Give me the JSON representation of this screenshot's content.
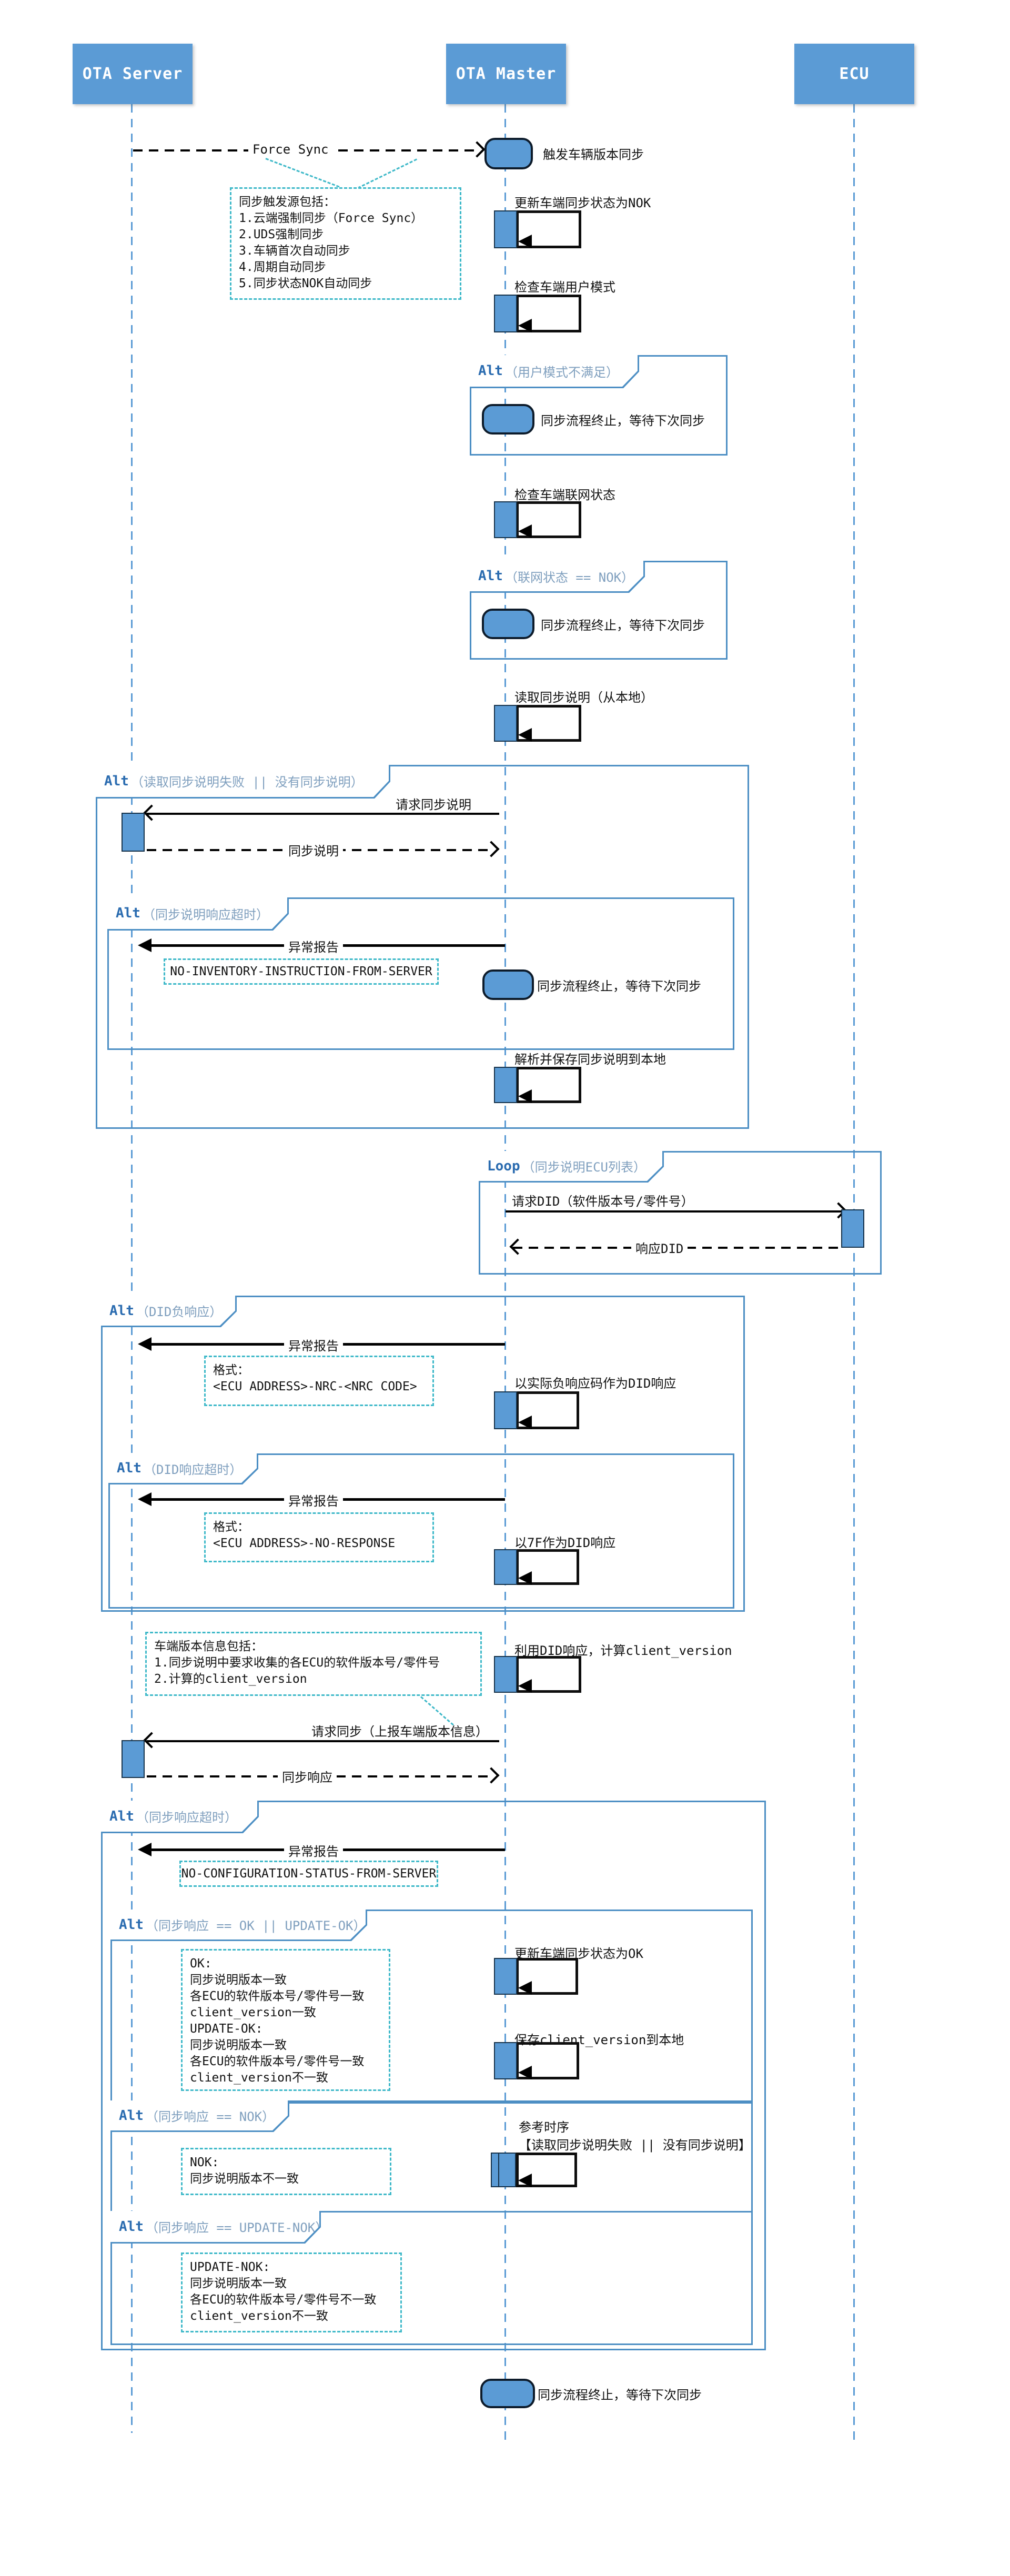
{
  "participants": {
    "server": "OTA Server",
    "master": "OTA Master",
    "ecu": "ECU"
  },
  "frames": {
    "f1": {
      "keyword": "Alt",
      "condition": "（用户模式不满足）"
    },
    "f2": {
      "keyword": "Alt",
      "condition": "（联网状态 == NOK）"
    },
    "f3": {
      "keyword": "Alt",
      "condition": "（读取同步说明失败 || 没有同步说明）"
    },
    "f4": {
      "keyword": "Alt",
      "condition": "（同步说明响应超时）"
    },
    "f5": {
      "keyword": "Loop",
      "condition": "（同步说明ECU列表）"
    },
    "f6": {
      "keyword": "Alt",
      "condition": "（DID负响应）"
    },
    "f7": {
      "keyword": "Alt",
      "condition": "（DID响应超时）"
    },
    "f8": {
      "keyword": "Alt",
      "condition": "（同步响应超时）"
    },
    "f9": {
      "keyword": "Alt",
      "condition": "（同步响应 == OK || UPDATE-OK）"
    },
    "f10": {
      "keyword": "Alt",
      "condition": "（同步响应 == NOK）"
    },
    "f11": {
      "keyword": "Alt",
      "condition": "（同步响应 == UPDATE-NOK）"
    }
  },
  "messages": {
    "m1": "Force Sync",
    "m2": "请求同步说明",
    "m3": "同步说明",
    "m4": "异常报告",
    "m5": "请求DID（软件版本号/零件号）",
    "m6": "响应DID",
    "m7": "异常报告",
    "m8": "异常报告",
    "m9": "请求同步（上报车端版本信息）",
    "m10": "同步响应",
    "m11": "异常报告"
  },
  "self_calls": {
    "sc1": "更新车端同步状态为NOK",
    "sc2": "检查车端用户模式",
    "sc3": "检查车端联网状态",
    "sc4": "读取同步说明（从本地）",
    "sc5": "解析并保存同步说明到本地",
    "sc6": "以实际负响应码作为DID响应",
    "sc7": "以7F作为DID响应",
    "sc8": "利用DID响应，计算client_version",
    "sc9": "更新车端同步状态为OK",
    "sc10": "保存client_version到本地",
    "sc11": {
      "line1": "参考时序",
      "line2": "【读取同步说明失败 || 没有同步说明】"
    }
  },
  "notes": {
    "n1": "同步触发源包括：\n1.云端强制同步（Force Sync）\n2.UDS强制同步\n3.车辆首次自动同步\n4.周期自动同步\n5.同步状态NOK自动同步",
    "n2": "NO-INVENTORY-INSTRUCTION-FROM-SERVER",
    "n3": "格式：\n<ECU ADDRESS>-NRC-<NRC CODE>",
    "n4": "格式：\n<ECU ADDRESS>-NO-RESPONSE",
    "n5": "车端版本信息包括：\n1.同步说明中要求收集的各ECU的软件版本号/零件号\n2.计算的client_version",
    "n6": "NO-CONFIGURATION-STATUS-FROM-SERVER",
    "n7": "OK:\n同步说明版本一致\n各ECU的软件版本号/零件号一致\nclient_version一致\nUPDATE-OK:\n同步说明版本一致\n各ECU的软件版本号/零件号一致\nclient_version不一致",
    "n8": "NOK:\n同步说明版本不一致",
    "n9": "UPDATE-NOK:\n同步说明版本一致\n各ECU的软件版本号/零件号不一致\nclient_version不一致"
  },
  "terminators": {
    "p1": "触发车辆版本同步",
    "p2": "同步流程终止，等待下次同步",
    "p3": "同步流程终止，等待下次同步",
    "p4": "同步流程终止，等待下次同步",
    "p5": "同步流程终止，等待下次同步"
  },
  "colors": {
    "participant_fill": "#5b9bd5",
    "frame_border": "#4d8fc4",
    "note_border": "#3fb9c9",
    "message": "#000000"
  }
}
